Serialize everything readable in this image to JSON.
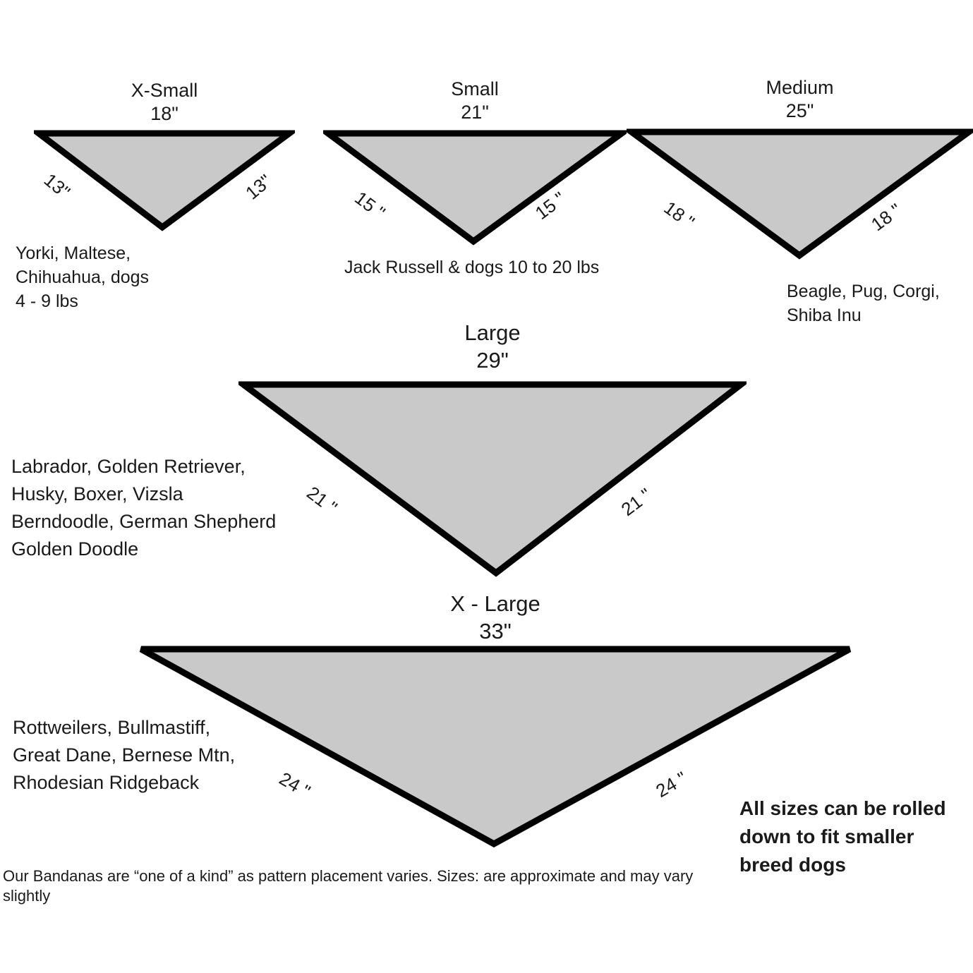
{
  "page": {
    "triangle_fill": "#c9c9c9",
    "triangle_stroke": "#000000",
    "background": "#ffffff"
  },
  "sizes": [
    {
      "name": "X-Small",
      "top_width": "18\"",
      "left_side": "13\"",
      "right_side": "13\"",
      "breeds": "Yorki, Maltese,\nChihuahua, dogs\n4 - 9 lbs"
    },
    {
      "name": "Small",
      "top_width": "21\"",
      "left_side": "15 \"",
      "right_side": "15 \"",
      "breeds": "Jack Russell & dogs 10 to 20 lbs"
    },
    {
      "name": "Medium",
      "top_width": "25\"",
      "left_side": "18 \"",
      "right_side": "18 \"",
      "breeds": "Beagle, Pug, Corgi,\nShiba Inu"
    },
    {
      "name": "Large",
      "top_width": "29\"",
      "left_side": "21 \"",
      "right_side": "21 \"",
      "breeds": "Labrador, Golden Retriever,\nHusky, Boxer, Vizsla\nBerndoodle, German Shepherd\nGolden Doodle"
    },
    {
      "name": "X - Large",
      "top_width": "33\"",
      "left_side": "24 \"",
      "right_side": "24 \"",
      "breeds": "Rottweilers, Bullmastiff,\nGreat Dane, Bernese Mtn,\nRhodesian Ridgeback"
    }
  ],
  "note": "All sizes can be rolled\ndown to fit smaller\nbreed dogs",
  "footer": "Our Bandanas are “one of a kind” as pattern placement varies. Sizes: are approximate and may vary slightly"
}
